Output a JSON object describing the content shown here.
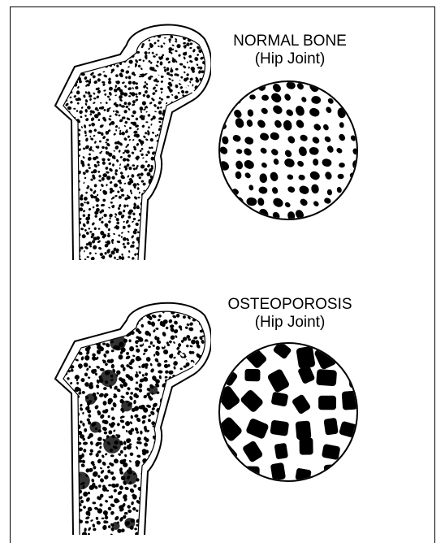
{
  "panels": [
    {
      "id": "normal",
      "title": "NORMAL BONE",
      "subtitle": "(Hip Joint)"
    },
    {
      "id": "osteo",
      "title": "OSTEOPOROSIS",
      "subtitle": "(Hip Joint)"
    }
  ],
  "colors": {
    "ink": "#000000",
    "paper": "#ffffff",
    "frame": "#000000"
  }
}
